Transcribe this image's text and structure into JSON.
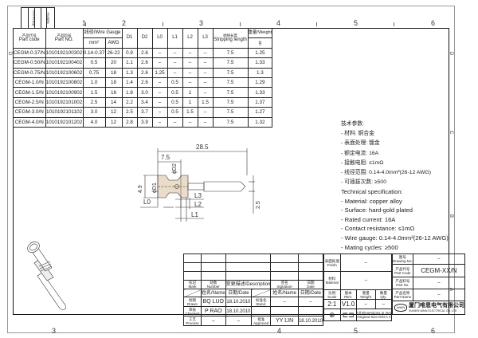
{
  "zones": {
    "top": [
      "1",
      "2",
      "3",
      "4",
      "5",
      "6"
    ],
    "bottom": [
      "3",
      "4",
      "5",
      "6"
    ],
    "side": [
      "D",
      "C",
      "B",
      "A"
    ]
  },
  "revision_block": {
    "col1": "版本/Version",
    "col2": "修改/Rev"
  },
  "parts_table": {
    "headers": {
      "part_code_cn": "产品代号",
      "part_code": "Part code",
      "part_no_cn": "产品料号",
      "part_no": "Part NO.",
      "wire_gauge_cn": "线径/Wire Gauge",
      "mm2": "mm²",
      "awg": "AWG",
      "d1": "D1",
      "d2": "D2",
      "l0": "L0",
      "l1": "L1",
      "l2": "L2",
      "l3": "L3",
      "strip_cn": "剥线长度",
      "strip": "Stripping length",
      "weight": "重量/Weight",
      "weight_unit": "g"
    },
    "rows": [
      [
        "CEGM-0.37/N",
        "1010192100302",
        "0.14-0.37",
        "26-22",
        "0.9",
        "2.6",
        "–",
        "–",
        "–",
        "–",
        "7.5",
        "1.25"
      ],
      [
        "CEGM-0.50/N",
        "1010192100402",
        "0.5",
        "20",
        "1.1",
        "2.6",
        "–",
        "–",
        "–",
        "–",
        "7.5",
        "1.33"
      ],
      [
        "CEGM-0.75/N",
        "1010192100602",
        "0.75",
        "18",
        "1.3",
        "2.6",
        "1.25",
        "–",
        "–",
        "–",
        "7.5",
        "1.3"
      ],
      [
        "CEGM-1.0/N",
        "1010192100802",
        "1.0",
        "18",
        "1.4",
        "2.6",
        "–",
        "0.5",
        "–",
        "–",
        "7.5",
        "1.29"
      ],
      [
        "CEGM-1.5/N",
        "1010192100902",
        "1.5",
        "16",
        "1.8",
        "3.0",
        "–",
        "0.5",
        "1",
        "–",
        "7.5",
        "1.33"
      ],
      [
        "CEGM-2.5/N",
        "1010192101002",
        "2.5",
        "14",
        "2.2",
        "3.4",
        "–",
        "0.5",
        "1",
        "1.5",
        "7.5",
        "1.37"
      ],
      [
        "CEGM-3.0/N",
        "1010192101102",
        "3.0",
        "12",
        "2.5",
        "3.7",
        "–",
        "0.5",
        "1.5",
        "–",
        "7.5",
        "1.27"
      ],
      [
        "CEGM-4.0/N",
        "1010192101202",
        "4.0",
        "12",
        "2.8",
        "3.9",
        "–",
        "–",
        "–",
        "–",
        "7.5",
        "1.32"
      ]
    ]
  },
  "drawing_dims": {
    "overall": "28.5",
    "strip": "7.5",
    "d2": "ϕD2",
    "d1": "ϕD1",
    "h": "4.9",
    "pin": "2.5",
    "l0": "L0",
    "l1": "L1",
    "l2": "L2",
    "l3": "L3"
  },
  "spec_cn": {
    "title": "技术参数:",
    "items": [
      "- 材料: 铜合金",
      "- 表面处理: 镀金",
      "- 额定电流: 16A",
      "- 接触电阻: ≤1mΩ",
      "- 线径范围: 0.14-4.0mm²(26-12 AWG)",
      "- 可插拔次数: ≥500"
    ]
  },
  "spec_en": {
    "title": "Technical specification:",
    "items": [
      "- Material: copper alloy",
      "- Surface: hard-gold plated",
      "- Rated current: 16A",
      "- Contact resistance: ≤1mΩ",
      "- Wire gauge: 0.14-4.0mm²(26-12 AWG)",
      "- Mating cycles: ≥500"
    ]
  },
  "title_block": {
    "mark_cn": "标记",
    "mark": "Mark",
    "number_cn": "处数",
    "number": "Number",
    "desc": "变更描述/Description",
    "sig_cn": "签名",
    "sig": "Signature",
    "date_cn": "日期",
    "date": "Date",
    "name_h": "姓名/Name",
    "date_h": "日期/Date",
    "name_h2": "姓名/Name",
    "date_h2": "日期/Date",
    "drawn_cn": "绘图",
    "drawn": "Drawn",
    "drawn_name": "BQ LUO",
    "drawn_date": "18.10.2010",
    "stand_cn": "标准化",
    "stand": "Stand.",
    "stand_name": "–",
    "stand_date": "–",
    "checked_cn": "审核",
    "checked": "Checked",
    "checked_name": "P RAO",
    "checked_date": "18.10.2010",
    "process_cn": "工艺",
    "process": "Process",
    "process_name": "–",
    "process_date": "–",
    "approved_cn": "批准",
    "approved": "Approved",
    "approved_name": "YY LIN",
    "approved_date": "18.10.2010",
    "finish_cn": "表面处理",
    "finish": "Finish",
    "finish_val": "–",
    "material_cn": "材料",
    "material": "Material",
    "material_val": "–",
    "scale_cn": "比例",
    "scale": "Scale",
    "scale_val": "2:1",
    "rev_cn": "版本",
    "rev": "REV.",
    "rev_val": "V1.0",
    "weight_cn": "重量",
    "weight": "Weight",
    "weight_val": "–",
    "qty_cn": "数量",
    "qty": "Qty.",
    "qty_val": "–",
    "dims_note1": "All Dimensions in mm",
    "dims_note2": "Original Size DIN A 4",
    "drawing_no_cn": "图号",
    "drawing_no": "Drawing No.",
    "drawing_no_val": "–",
    "part_code_cn": "产品代号",
    "part_code": "Part Code",
    "part_code_val": "CEGM-XX/N",
    "part_no_cn": "产品料号",
    "part_no": "Part No.",
    "part_no_val": "–",
    "part_name_cn": "产品名称",
    "part_name": "Part Name",
    "part_name_val": "–",
    "company_cn": "厦门唯恩电气有限公司",
    "company_en": "XIAMEN WAIN ELECTRICAL CO.,LTD",
    "logo": "WAIN"
  }
}
